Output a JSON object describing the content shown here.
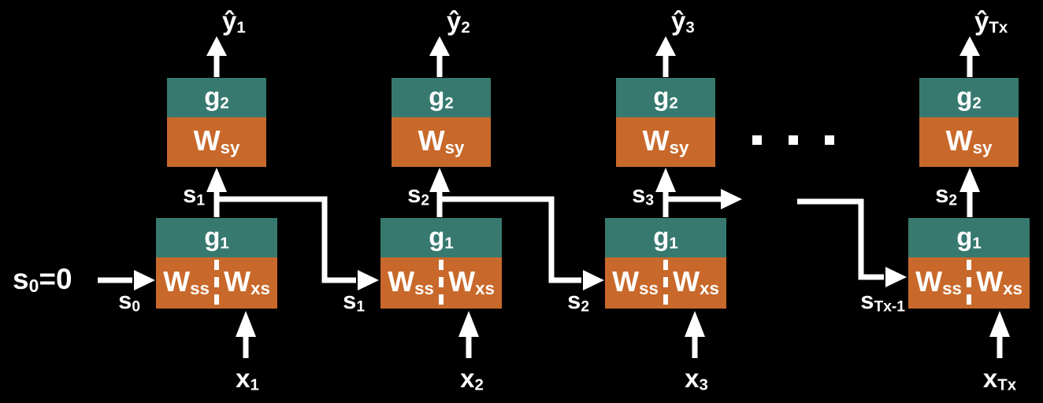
{
  "colors": {
    "background": "#000000",
    "teal": "#37796F",
    "orange": "#C8692B",
    "text": "#FFFFFF"
  },
  "initial_state": {
    "label": {
      "base": "s",
      "sub": "0",
      "suffix": "=0"
    }
  },
  "ellipsis": {
    "count": 3
  },
  "cells": [
    {
      "y_hat": {
        "base": "ŷ",
        "sub": "1"
      },
      "g2": {
        "base": "g",
        "sub": "2"
      },
      "wsy": {
        "base": "W",
        "sub": "sy"
      },
      "state": {
        "base": "s",
        "sub": "1"
      },
      "g1": {
        "base": "g",
        "sub": "1"
      },
      "wss": {
        "base": "W",
        "sub": "ss"
      },
      "wxs": {
        "base": "W",
        "sub": "xs"
      },
      "incoming": {
        "base": "s",
        "sub": "0"
      },
      "x_input": {
        "base": "x",
        "sub": "1"
      }
    },
    {
      "y_hat": {
        "base": "ŷ",
        "sub": "2"
      },
      "g2": {
        "base": "g",
        "sub": "2"
      },
      "wsy": {
        "base": "W",
        "sub": "sy"
      },
      "state": {
        "base": "s",
        "sub": "2"
      },
      "g1": {
        "base": "g",
        "sub": "1"
      },
      "wss": {
        "base": "W",
        "sub": "ss"
      },
      "wxs": {
        "base": "W",
        "sub": "xs"
      },
      "incoming": {
        "base": "s",
        "sub": "1"
      },
      "x_input": {
        "base": "x",
        "sub": "2"
      }
    },
    {
      "y_hat": {
        "base": "ŷ",
        "sub": "3"
      },
      "g2": {
        "base": "g",
        "sub": "2"
      },
      "wsy": {
        "base": "W",
        "sub": "sy"
      },
      "state": {
        "base": "s",
        "sub": "3"
      },
      "g1": {
        "base": "g",
        "sub": "1"
      },
      "wss": {
        "base": "W",
        "sub": "ss"
      },
      "wxs": {
        "base": "W",
        "sub": "xs"
      },
      "incoming": {
        "base": "s",
        "sub": "2"
      },
      "x_input": {
        "base": "x",
        "sub": "3"
      }
    },
    {
      "y_hat": {
        "base": "ŷ",
        "sub": "Tx"
      },
      "g2": {
        "base": "g",
        "sub": "2"
      },
      "wsy": {
        "base": "W",
        "sub": "sy"
      },
      "state": {
        "base": "s",
        "sub": "2"
      },
      "g1": {
        "base": "g",
        "sub": "1"
      },
      "wss": {
        "base": "W",
        "sub": "ss"
      },
      "wxs": {
        "base": "W",
        "sub": "xs"
      },
      "incoming": {
        "base": "s",
        "sub": "Tx-1"
      },
      "x_input": {
        "base": "x",
        "sub": "Tx"
      }
    }
  ]
}
